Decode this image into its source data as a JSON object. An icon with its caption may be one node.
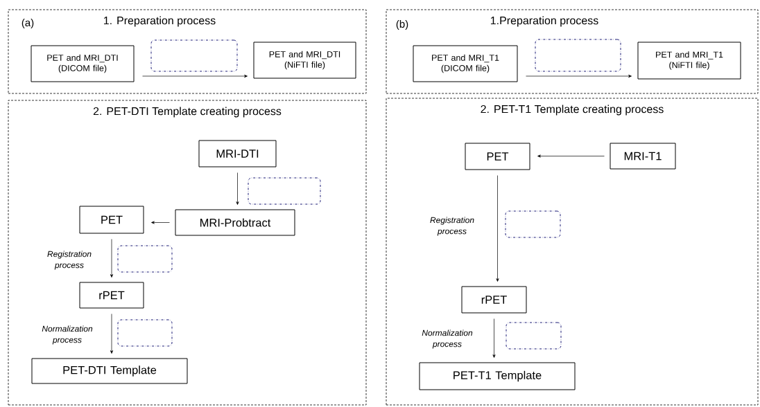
{
  "diagram": {
    "nodes": [
      {
        "text": [
          "1. Preparation process"
        ]
      },
      {
        "text": [
          "PET and MRI_DTI (DICOM file)"
        ],
        "in": 0
      },
      {
        "text": [],
        "shape": "box",
        "in": 0
      },
      {
        "text": [
          "PET and MRI_DTI (NiFTI file)"
        ],
        "in": 0
      },
      {
        "text": [
          "2. PET-DTI Template creating process"
        ]
      },
      {
        "text": [
          "MRI-DTI"
        ],
        "in": 4
      },
      {
        "text": [],
        "shape": "box",
        "in": 4
      },
      {
        "text": [
          "PET"
        ],
        "in": 4
      },
      {
        "text": [
          "MRI-Probtract"
        ],
        "in": 4
      },
      {
        "text": [],
        "shape": "box",
        "in": 4
      },
      {
        "text": [
          "rPET"
        ],
        "in": 4
      },
      {
        "text": [],
        "shape": "box",
        "in": 4
      },
      {
        "text": [
          "PET-DTI Template"
        ],
        "in": 4
      },
      {
        "text": [
          "1.Preparation process"
        ]
      },
      {
        "text": [
          "PET and MRI_T1 (DICOM file)"
        ],
        "in": 13
      },
      {
        "text": [],
        "shape": "box",
        "in": 13
      },
      {
        "text": [
          "PET and MRI_T1 (NiFTI file)"
        ],
        "in": 13
      },
      {
        "text": [
          "2. PET-T1 Template creating process"
        ]
      },
      {
        "text": [
          "PET"
        ],
        "in": 17
      },
      {
        "text": [
          "MRI-T1"
        ],
        "in": 17
      },
      {
        "text": [],
        "shape": "box",
        "in": 17
      },
      {
        "text": [
          "rPET"
        ],
        "in": 17
      },
      {
        "text": [],
        "shape": "box",
        "in": 17
      },
      {
        "text": [
          "PET-T1 Template"
        ],
        "in": 17
      }
    ],
    "edges": [
      {
        "from": 1,
        "to": 3,
        "arrow": "to"
      },
      {
        "from": 5,
        "to": 8,
        "arrow": "to"
      },
      {
        "from": 8,
        "to": 7,
        "arrow": "to"
      },
      {
        "from": 7,
        "to": 10,
        "arrow": "to",
        "label": "Registration process"
      },
      {
        "from": 10,
        "to": 12,
        "arrow": "to",
        "label": "Normalization process"
      },
      {
        "from": 14,
        "to": 16,
        "arrow": "to"
      },
      {
        "from": 19,
        "to": 18,
        "arrow": "to"
      },
      {
        "from": 18,
        "to": 21,
        "arrow": "to",
        "label": "Registration process"
      },
      {
        "from": 21,
        "to": 23,
        "arrow": "to",
        "label": "Normalization process"
      }
    ],
    "labels": [
      "(a)",
      "(b)"
    ]
  }
}
